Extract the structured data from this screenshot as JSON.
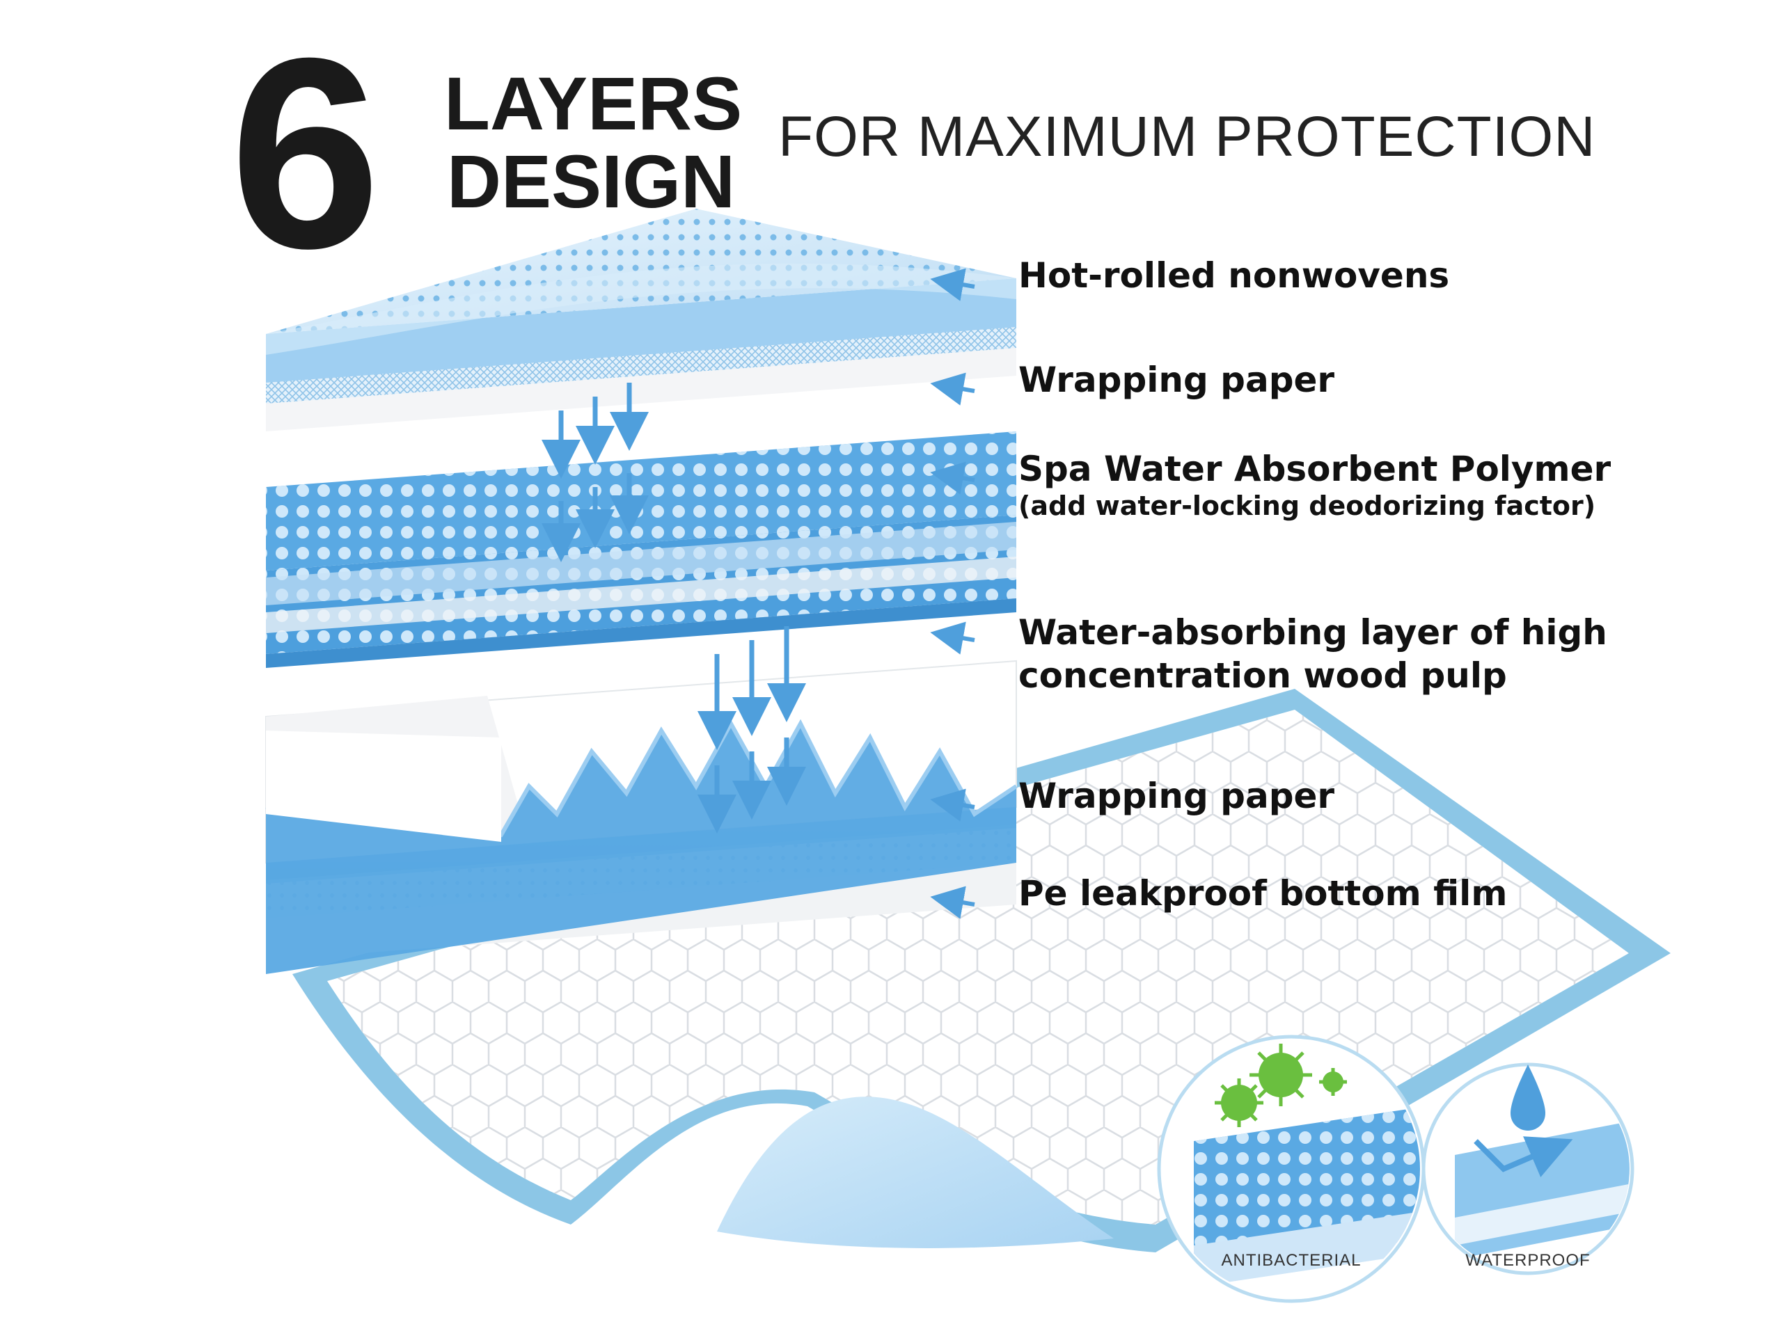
{
  "header": {
    "number": "6",
    "word1": "LAYERS",
    "word2": "DESIGN",
    "subtitle": "FOR MAXIMUM PROTECTION"
  },
  "layers": [
    {
      "label": "Hot-rolled nonwovens"
    },
    {
      "label": "Wrapping paper"
    },
    {
      "label": "Spa Water Absorbent Polymer",
      "note": "(add water-locking deodorizing factor)"
    },
    {
      "label_line1": "Water-absorbing layer of high",
      "label_line2": "concentration wood pulp"
    },
    {
      "label": "Wrapping paper"
    },
    {
      "label": "Pe leakproof bottom film"
    }
  ],
  "badges": [
    {
      "label": "ANTIBACTERIAL",
      "icon": "virus-icon"
    },
    {
      "label": "WATERPROOF",
      "icon": "water-drop-icon"
    }
  ],
  "colors": {
    "text": "#111111",
    "blue": "#5aa9e3",
    "light_blue": "#cfe6f8",
    "pale_blue": "#e8f3fc",
    "border_blue": "#8cc6e6",
    "green": "#6abf3f"
  }
}
